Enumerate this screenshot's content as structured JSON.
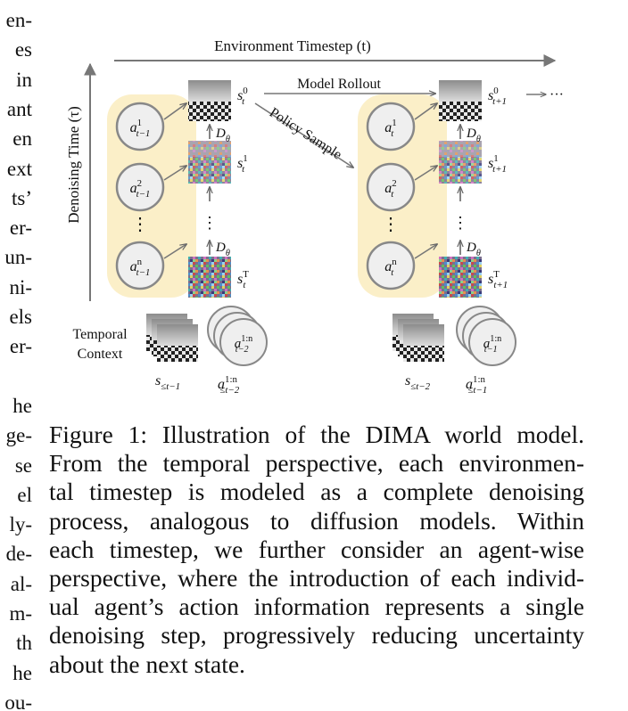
{
  "left_column_fragments": [
    "en-",
    "es",
    "in",
    "ant",
    "en",
    "ext",
    "ts’",
    "er-",
    "un-",
    "ni-",
    "els",
    "er-",
    "",
    "he",
    "ge-",
    "se",
    "el",
    "ly-",
    "de-",
    "al-",
    "m-",
    "th",
    "he",
    "ou-"
  ],
  "figure": {
    "env_axis_label": "Environment Timestep (t)",
    "denoise_axis_label": "Denoising Time (τ)",
    "model_rollout_label": "Model Rollout",
    "policy_sample_label": "Policy Sample",
    "ellipsis": "···",
    "vdots": "⋮",
    "left_group": {
      "agents": [
        {
          "base": "a",
          "sup": "1",
          "sub": "t−1"
        },
        {
          "base": "a",
          "sup": "2",
          "sub": "t−1"
        },
        {
          "base": "a",
          "sup": "n",
          "sub": "t−1"
        }
      ],
      "states": [
        {
          "base": "s",
          "sup": "0",
          "sub": "t"
        },
        {
          "base": "s",
          "sup": "1",
          "sub": "t"
        },
        {
          "base": "s",
          "sup": "T",
          "sub": "t"
        }
      ]
    },
    "right_group": {
      "agents": [
        {
          "base": "a",
          "sup": "1",
          "sub": "t"
        },
        {
          "base": "a",
          "sup": "2",
          "sub": "t"
        },
        {
          "base": "a",
          "sup": "n",
          "sub": "t"
        }
      ],
      "states": [
        {
          "base": "s",
          "sup": "0",
          "sub": "t+1"
        },
        {
          "base": "s",
          "sup": "1",
          "sub": "t+1"
        },
        {
          "base": "s",
          "sup": "T",
          "sub": "t+1"
        }
      ]
    },
    "denoiser": {
      "base": "D",
      "sub": "θ"
    },
    "temporal_context_label": [
      "Temporal",
      "Context"
    ],
    "context_left": {
      "state_label": {
        "base": "s",
        "sub": "≤t−1"
      },
      "action_circle": {
        "base": "a",
        "sup": "1:n",
        "sub": "t−2"
      },
      "action_label": {
        "base": "a",
        "sup": "1:n",
        "sub": "≤t−2"
      }
    },
    "context_right": {
      "state_label": {
        "base": "s",
        "sub": "≤t−2"
      },
      "action_circle": {
        "base": "a",
        "sup": "1:n",
        "sub": "t−1"
      },
      "action_label": {
        "base": "a",
        "sup": "1:n",
        "sub": "≤t−1"
      }
    }
  },
  "caption_lines": [
    "Figure 1:  Illustration of the DIMA world model.",
    "From the temporal perspective, each environmen-",
    "tal timestep is modeled as a complete denoising",
    "process, analogous to diffusion models.  Within",
    "each timestep, we further consider an agent-wise",
    "perspective, where the introduction of each individ-",
    "ual agent’s action information represents a single",
    "denoising step, progressively reducing uncertainty",
    "about the next state."
  ],
  "colors": {
    "highlight": "#fbefc8",
    "circle_fill": "#efefef",
    "circle_stroke": "#888888",
    "arrow": "#777777"
  }
}
